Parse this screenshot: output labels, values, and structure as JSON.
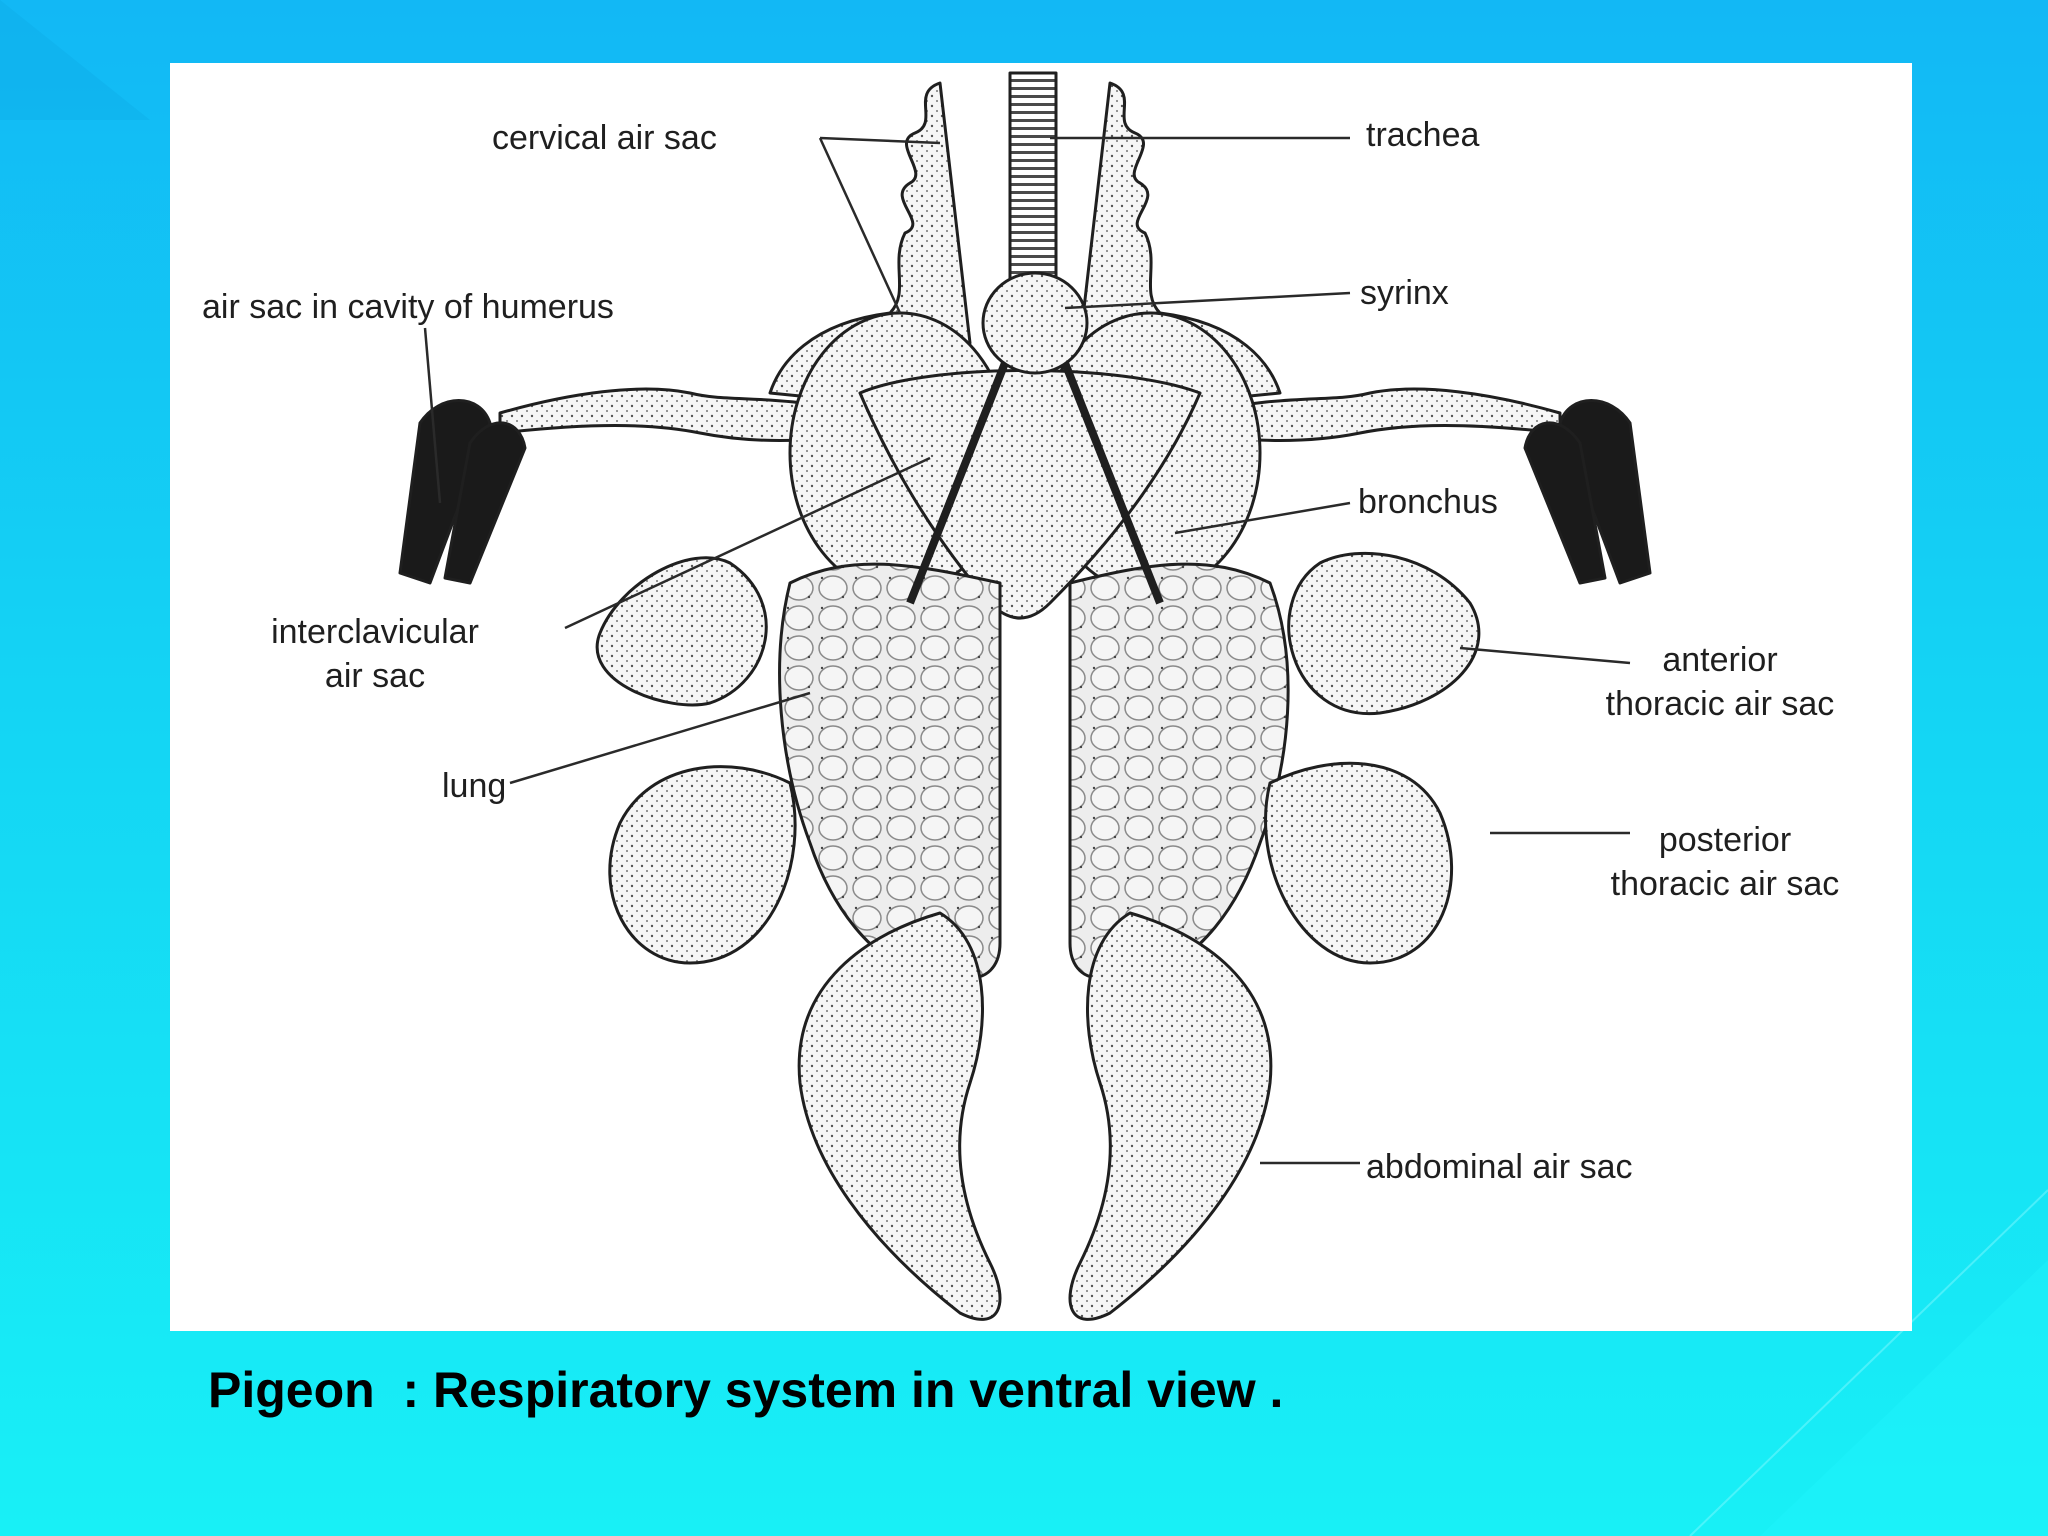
{
  "labels": {
    "cervical_air_sac": "cervical air sac",
    "trachea": "trachea",
    "humerus_air_sac": "air sac in cavity of humerus",
    "syrinx": "syrinx",
    "bronchus": "bronchus",
    "interclavicular_1": "interclavicular",
    "interclavicular_2": "air sac",
    "anterior_1": "anterior",
    "anterior_2": "thoracic air sac",
    "lung": "lung",
    "posterior_1": "posterior",
    "posterior_2": "thoracic air sac",
    "abdominal_air_sac": "abdominal air sac"
  },
  "caption": "Pigeon  : Respiratory system in ventral view .",
  "colors": {
    "background_top": "#12b8f5",
    "background_bottom": "#18f0f6",
    "panel": "#ffffff",
    "ink": "#1f1f1f",
    "caption": "#000000"
  }
}
